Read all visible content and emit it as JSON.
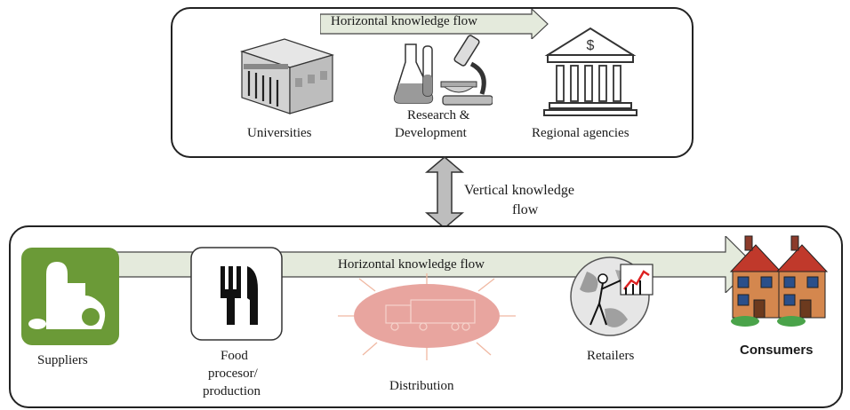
{
  "top_panel": {
    "flow_label": "Horizontal knowledge flow",
    "universities": "Universities",
    "rd_line1": "Research &",
    "rd_line2": "Development",
    "agencies": "Regional agencies",
    "agency_symbol": "$"
  },
  "vertical_flow": {
    "line1": "Vertical knowledge",
    "line2": "flow"
  },
  "bottom_panel": {
    "flow_label": "Horizontal knowledge flow",
    "suppliers": "Suppliers",
    "food_line1": "Food",
    "food_line2": "procesor/",
    "food_line3": "production",
    "distribution": "Distribution",
    "retailers": "Retailers",
    "consumers": "Consumers"
  },
  "colors": {
    "flow_arrow_fill": "#e4eadc",
    "supplier_green": "#6b9a37",
    "distribution_pink": "#e8a59f",
    "outline": "#222222"
  },
  "icons": [
    "university-building-icon",
    "lab-flask-icon",
    "microscope-icon",
    "bank-icon",
    "food-icon",
    "fork-knife-icon",
    "truck-icon",
    "globe-person-icon",
    "house-icon"
  ]
}
